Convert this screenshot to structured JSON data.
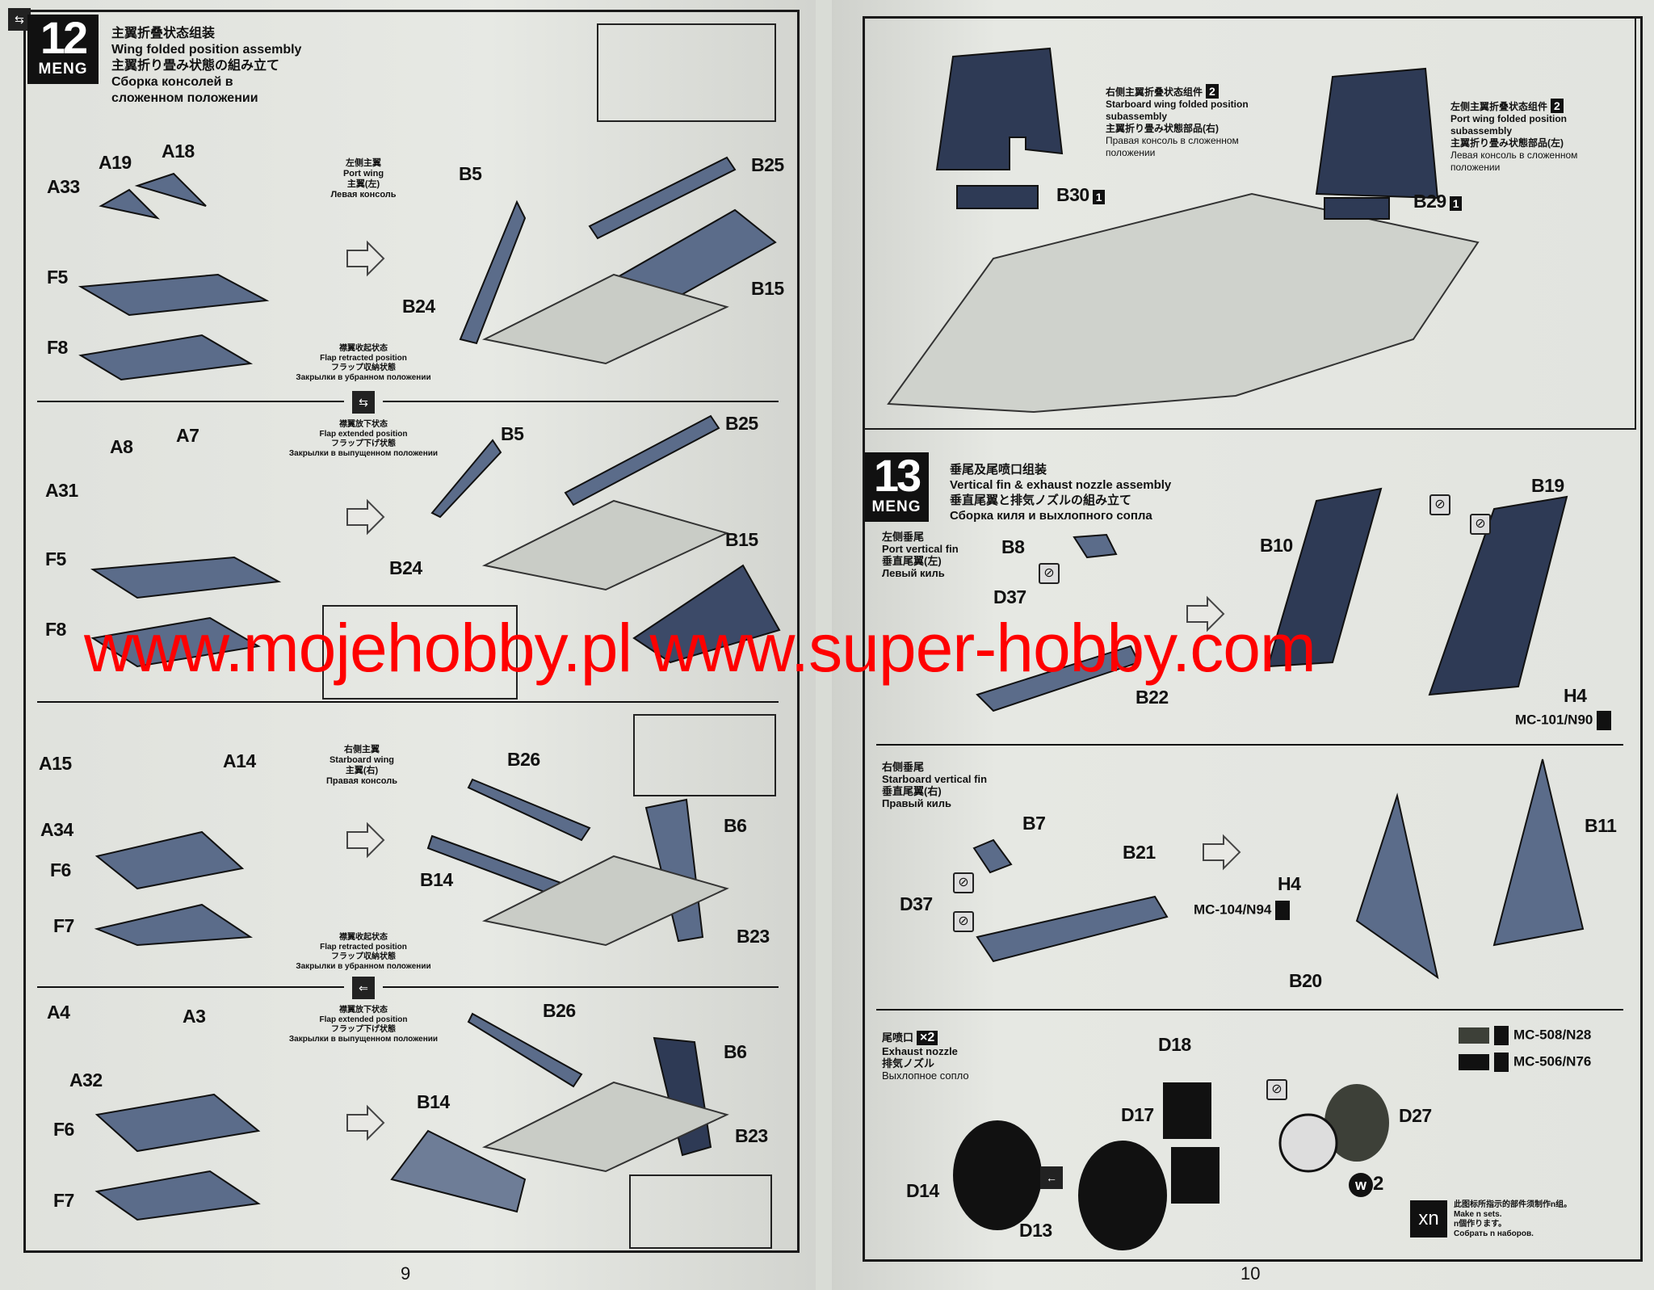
{
  "watermark": "www.mojehobby.pl www.super-hobby.com",
  "left_page": {
    "page_number": "9",
    "step": {
      "number": "12",
      "brand": "MENG",
      "title_cn": "主翼折叠状态组装",
      "title_en": "Wing folded position assembly",
      "title_jp": "主翼折り畳み状態の組み立て",
      "title_ru_1": "Сборка консолей в",
      "title_ru_2": "сложенном положении"
    },
    "port_wing": {
      "cn": "左侧主翼",
      "en": "Port wing",
      "jp": "主翼(左)",
      "ru": "Левая консоль"
    },
    "starboard_wing": {
      "cn": "右侧主翼",
      "en": "Starboard wing",
      "jp": "主翼(右)",
      "ru": "Правая консоль"
    },
    "flap_retracted": {
      "cn": "襟翼收起状态",
      "en": "Flap retracted position",
      "jp": "フラップ収納状態",
      "ru": "Закрылки в убранном положении"
    },
    "flap_extended": {
      "cn": "襟翼放下状态",
      "en": "Flap extended position",
      "jp": "フラップ下げ状態",
      "ru": "Закрылки в выпущенном положении"
    },
    "parts": {
      "s1": [
        "A19",
        "A18",
        "A33",
        "F5",
        "F8",
        "B5",
        "B25",
        "B24",
        "B15"
      ],
      "s2": [
        "A8",
        "A7",
        "A31",
        "F5",
        "F8",
        "B5",
        "B25",
        "B24",
        "B15"
      ],
      "s3": [
        "A15",
        "A14",
        "A34",
        "F6",
        "F7",
        "B26",
        "B14",
        "B6",
        "B23"
      ],
      "s4": [
        "A4",
        "A3",
        "A32",
        "F6",
        "F7",
        "B26",
        "B14",
        "B6",
        "B23"
      ]
    }
  },
  "right_page": {
    "page_number": "10",
    "top_panel": {
      "starboard": {
        "cn": "右侧主翼折叠状态组件",
        "count": "2",
        "en_1": "Starboard wing folded position",
        "en_2": "subassembly",
        "jp": "主翼折り畳み状態部品(右)",
        "ru_1": "Правая консоль в сложенном",
        "ru_2": "положении"
      },
      "port": {
        "cn": "左侧主翼折叠状态组件",
        "count": "2",
        "en_1": "Port wing folded position",
        "en_2": "subassembly",
        "jp": "主翼折り畳み状態部品(左)",
        "ru_1": "Левая консоль в сложенном",
        "ru_2": "положении"
      },
      "parts": [
        {
          "label": "B30",
          "count": "1"
        },
        {
          "label": "B29",
          "count": "1"
        }
      ]
    },
    "step": {
      "number": "13",
      "brand": "MENG",
      "title_cn": "垂尾及尾喷口组装",
      "title_en": "Vertical fin & exhaust nozzle assembly",
      "title_jp": "垂直尾翼と排気ノズルの組み立て",
      "title_ru": "Сборка киля и выхлопного сопла"
    },
    "port_fin": {
      "cn": "左侧垂尾",
      "en": "Port vertical fin",
      "jp": "垂直尾翼(左)",
      "ru": "Левый киль",
      "parts": [
        "B8",
        "D37",
        "B22",
        "B10",
        "B19",
        "H4"
      ],
      "paint": "MC-101/N90"
    },
    "starboard_fin": {
      "cn": "右侧垂尾",
      "en": "Starboard vertical fin",
      "jp": "垂直尾翼(右)",
      "ru": "Правый киль",
      "parts": [
        "B7",
        "B21",
        "D37",
        "H4",
        "B11",
        "B20"
      ],
      "paint": "MC-104/N94"
    },
    "exhaust": {
      "cn": "尾喷口",
      "multiplier": "×2",
      "en": "Exhaust nozzle",
      "jp": "排気ノズル",
      "ru": "Выхлопное сопло",
      "parts": [
        "D18",
        "D17",
        "D27",
        "D14",
        "D13"
      ],
      "w_label": "w",
      "w_count": "2"
    },
    "paints": [
      {
        "code": "MC-508/N28",
        "color": "#3d4038"
      },
      {
        "code": "MC-506/N76",
        "color": "#111111"
      }
    ],
    "make_n_sets": {
      "icon": "xn",
      "cn": "此图标所指示的部件须制作n组。",
      "en": "Make n sets.",
      "jp": "n個作ります。",
      "ru": "Собрать n наборов."
    }
  },
  "colors": {
    "part_blue": "#5b6c8a",
    "part_dark": "#2e3a55",
    "frame": "#1a1a1a",
    "watermark": "#ff0000"
  }
}
